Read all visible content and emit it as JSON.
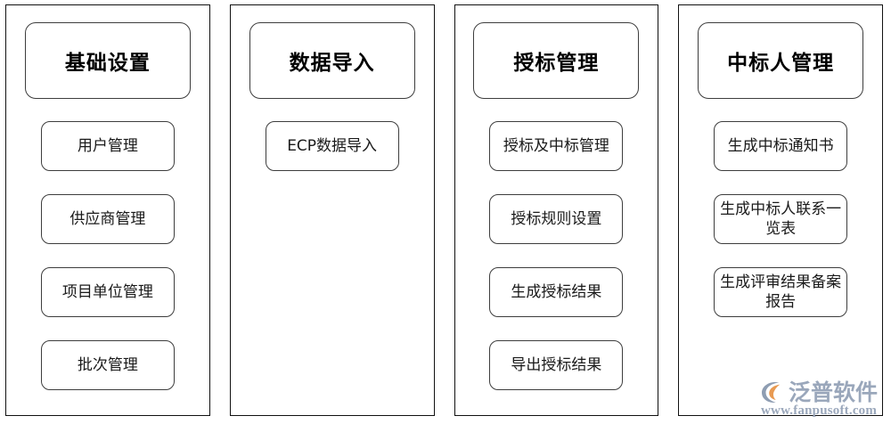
{
  "diagram": {
    "columns": [
      {
        "id": "basic-settings",
        "header": "基础设置",
        "items": [
          "用户管理",
          "供应商管理",
          "项目单位管理",
          "批次管理"
        ]
      },
      {
        "id": "data-import",
        "header": "数据导入",
        "items": [
          "ECP数据导入"
        ]
      },
      {
        "id": "award-management",
        "header": "授标管理",
        "items": [
          "授标及中标管理",
          "授标规则设置",
          "生成授标结果",
          "导出授标结果"
        ]
      },
      {
        "id": "winner-management",
        "header": "中标人管理",
        "items": [
          "生成中标通知书",
          "生成中标人联系一览表",
          "生成评审结果备案报告"
        ]
      }
    ]
  },
  "watermark": {
    "logo_icon": "fanpusoft-swoosh-logo-icon",
    "brand": "泛普软件",
    "url": "www.fanpusoft.com",
    "brand_color": "#9aa7bb",
    "accent_color": "#e89a52"
  },
  "colors": {
    "background": "#ffffff",
    "border": "#111111",
    "box_border": "#3d3d3d",
    "text": "#000000"
  }
}
